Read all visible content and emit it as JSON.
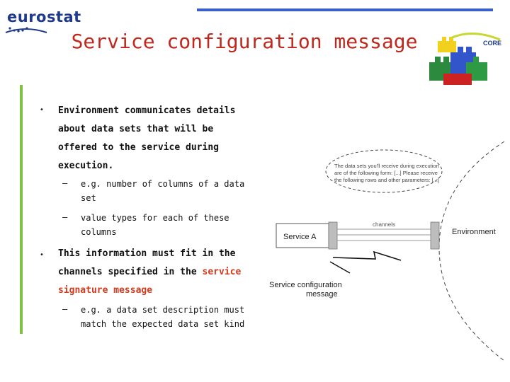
{
  "header": {
    "logo_text": "eurostat",
    "title": "Service configuration message",
    "core_label": "CORE"
  },
  "bullets": [
    {
      "text": "Environment communicates details about data sets that will be offered to the service during execution.",
      "lines": [
        "Environment  communicates details",
        "about data sets that will be",
        "offered to the service during",
        "execution."
      ],
      "subs": [
        {
          "lines": [
            "e.g. number of columns of a data",
            "set"
          ]
        },
        {
          "lines": [
            "value types for each of these",
            "columns"
          ]
        }
      ]
    },
    {
      "lines_plain": [
        "This information must fit in the",
        "channels specified in the "
      ],
      "highlight_1": "service",
      "highlight_2": "signature message",
      "subs": [
        {
          "lines": [
            "e.g. a data set description must",
            "match the expected data set kind"
          ]
        }
      ]
    }
  ],
  "diagram": {
    "bubble_text": [
      "The data sets you'll receive during execution",
      "are of the following form: [...] Please receive",
      "the following rows and other parameters: [...]"
    ],
    "service_label": "Service A",
    "channels_label": "channels",
    "environment_label": "Environment",
    "message_label_1": "Service configuration",
    "message_label_2": "message"
  },
  "colors": {
    "title": "#c0281e",
    "accent_green": "#7dc242",
    "top_line": "#3b5fc8",
    "highlight": "#d23a1e"
  }
}
